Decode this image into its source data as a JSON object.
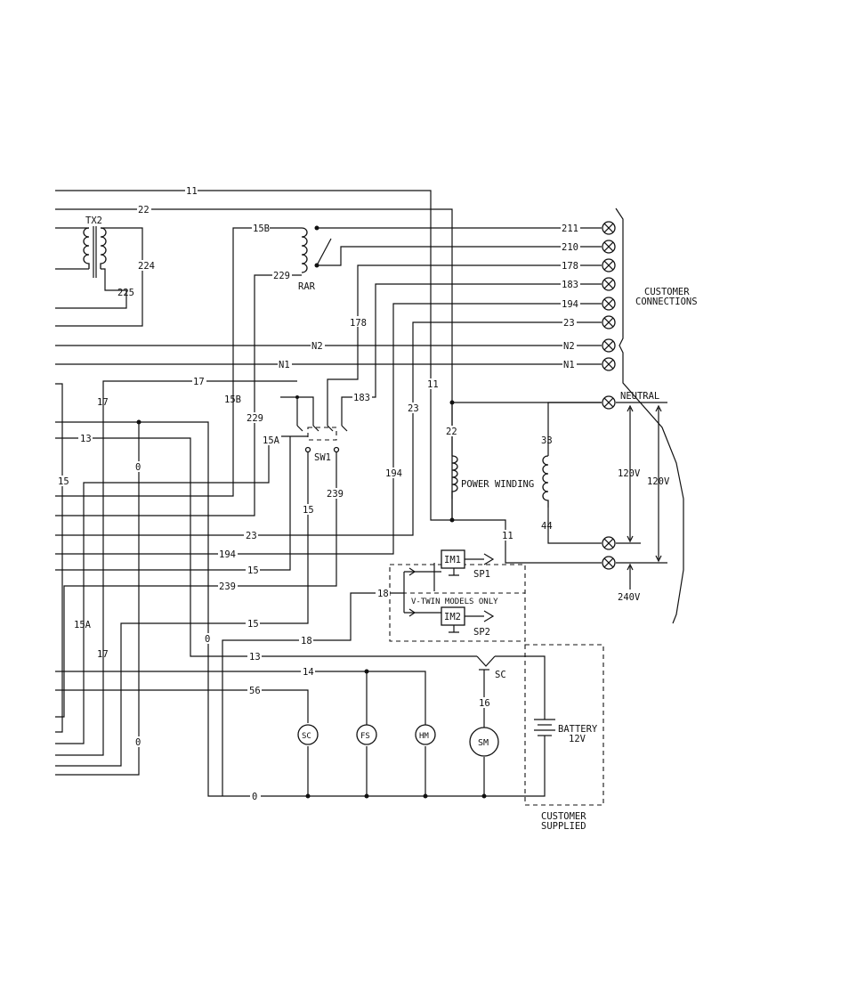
{
  "components": {
    "tx2": "TX2",
    "rar": "RAR",
    "sw1": "SW1",
    "im1": "IM1",
    "im2": "IM2",
    "sp1": "SP1",
    "sp2": "SP2",
    "sc_circle": "SC",
    "fs_circle": "FS",
    "hm_circle": "HM",
    "sm_circle": "SM",
    "sc_switch": "SC",
    "power_winding": "POWER WINDING",
    "battery": "BATTERY",
    "battery_voltage": "12V",
    "vtwin_note": "V-TWIN MODELS ONLY",
    "customer_connections_1": "CUSTOMER",
    "customer_connections_2": "CONNECTIONS",
    "customer_supplied_1": "CUSTOMER",
    "customer_supplied_2": "SUPPLIED",
    "neutral": "NEUTRAL",
    "v120a": "120V",
    "v120b": "120V",
    "v240": "240V"
  },
  "wires": {
    "w11_top": "11",
    "w22_top": "22",
    "w224": "224",
    "w225": "225",
    "w15b_top": "15B",
    "w229_top": "229",
    "w211": "211",
    "w210": "210",
    "w178_right": "178",
    "w183_right": "183",
    "w194_right": "194",
    "w23_right": "23",
    "w178_vert": "178",
    "wn2_mid": "N2",
    "wn2_right": "N2",
    "wn1_mid": "N1",
    "wn1_right": "N1",
    "w17_top": "17",
    "w17_vert": "17",
    "w15b_vert": "15B",
    "w183_sw": "183",
    "w11_vert": "11",
    "w23_vert": "23",
    "w22_vert": "22",
    "w229_vert": "229",
    "w13": "13",
    "w0_vert": "0",
    "w15a_vert": "15A",
    "w15_left": "15",
    "w194_vert": "194",
    "w239_vert": "239",
    "w15_sw": "15",
    "w33": "33",
    "w44": "44",
    "w11_lower": "11",
    "w23_lower": "23",
    "w194_lower": "194",
    "w15_lower": "15",
    "w239_lower": "239",
    "w18_vt": "18",
    "w15_lower2": "15",
    "w0_mid": "0",
    "w18_lower": "18",
    "w15a_left": "15A",
    "w17_left": "17",
    "w13_lower": "13",
    "w14": "14",
    "w56": "56",
    "w16": "16",
    "w0_left": "0",
    "w0_bottom": "0"
  }
}
